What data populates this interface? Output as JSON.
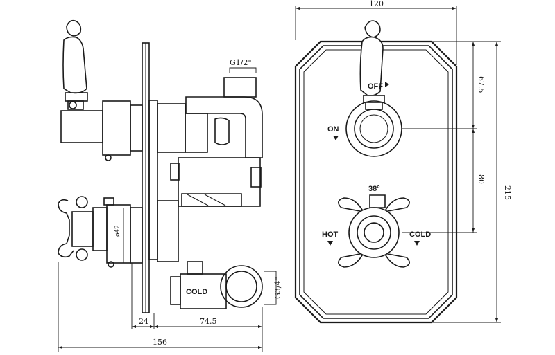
{
  "views": {
    "side": {
      "labels": {
        "inlet_thread_top": "G1/2\"",
        "outlet_thread": "G3/4\"",
        "cold_inlet": "COLD",
        "diameter": "ø42"
      },
      "dimensions": {
        "plate_depth": "24",
        "body_depth": "74.5",
        "overall_depth": "156"
      }
    },
    "front": {
      "labels": {
        "off": "OFF",
        "on": "ON",
        "temperature": "38°",
        "hot": "HOT",
        "cold": "COLD"
      },
      "dimensions": {
        "width": "120",
        "upper_spacing": "67.5",
        "valve_spacing": "80",
        "height": "215"
      }
    }
  },
  "icons": {
    "off_arrow": "arrow-right-icon",
    "on_arrow": "arrow-down-icon",
    "hot_arrow": "arrow-down-icon",
    "cold_arrow": "arrow-down-icon"
  }
}
